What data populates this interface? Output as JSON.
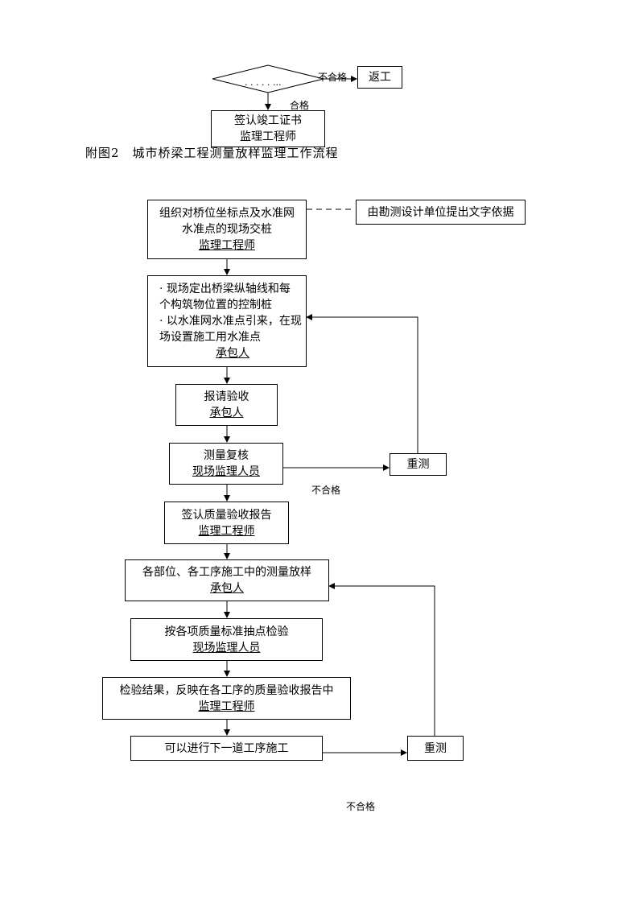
{
  "top": {
    "diamond_text": ". . . . . ...",
    "return_box": "返工",
    "reject_label": "不合格",
    "pass_label": "合格",
    "sign_box": {
      "line1": "签认竣工证书",
      "line2": "监理工程师"
    }
  },
  "caption": "附图2　城市桥梁工程测量放样监理工作流程",
  "flow": {
    "handover": {
      "line1": "组织对桥位坐标点及水准网",
      "line2": "水准点的现场交桩",
      "role": "监理工程师"
    },
    "basis": "由勘测设计单位提出文字依据",
    "stake": {
      "line1": "· 现场定出桥梁纵轴线和每",
      "line2": "个构筑物位置的控制桩",
      "line3": "· 以水准网水准点引来，在现",
      "line4": "场设置施工用水准点",
      "role": "承包人"
    },
    "report": {
      "line1": "报请验收",
      "role": "承包人"
    },
    "recheck": {
      "line1": "测量复核",
      "role": "现场监理人员"
    },
    "remeasure1": "重测",
    "reject1": "不合格",
    "sign_quality": {
      "line1": "签认质量验收报告",
      "role": "监理工程师"
    },
    "construction": {
      "line1": "各部位、各工序施工中的测量放样",
      "role": "承包人"
    },
    "spot_check": {
      "line1": "按各项质量标准抽点检验",
      "role": "现场监理人员"
    },
    "results": {
      "line1": "检验结果，反映在各工序的质量验收报告中",
      "role": "监理工程师"
    },
    "next": "可以进行下一道工序施工",
    "remeasure2": "重测",
    "reject2": "不合格"
  }
}
